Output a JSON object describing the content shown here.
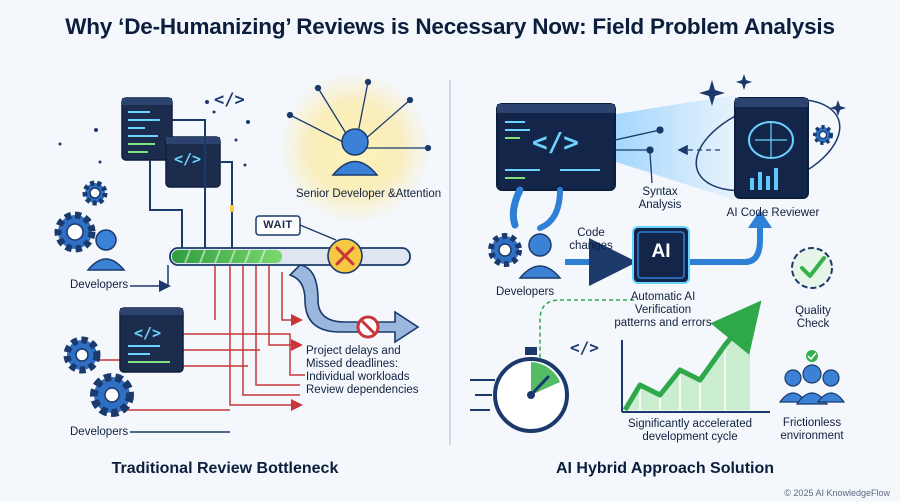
{
  "title": "Why ‘De-Humanizing’ Reviews is Necessary Now: Field Problem Analysis",
  "left_panel": {
    "title": "Traditional Review Bottleneck",
    "senior_label": "Senior Developer &Attention",
    "wait_label": "WAIT",
    "developers_top": "Developers",
    "developers_bottom": "Developers",
    "problems": [
      "Project delays and",
      "Missed deadlines:",
      "Individual workloads",
      "Review dependencies"
    ],
    "code_symbol": "</>"
  },
  "right_panel": {
    "title": "AI Hybrid Approach Solution",
    "syntax_label": [
      "Syntax",
      "Analysis"
    ],
    "reviewer_label": "AI Code Reviewer",
    "code_changes_label": [
      "Code",
      "changes"
    ],
    "developers_label": "Developers",
    "ai_chip": "AI",
    "verification_label": [
      "Automatic AI",
      "Verification",
      "patterns and errors"
    ],
    "quality_label": [
      "Quality",
      "Check"
    ],
    "accelerated_label": [
      "Significantly accelerated",
      "development cycle"
    ],
    "frictionless_label": [
      "Frictionless",
      "environment"
    ],
    "code_symbol": "</>"
  },
  "colors": {
    "navy": "#1b3a6b",
    "blue": "#2e7fd6",
    "red": "#c8363a",
    "green": "#35b04a",
    "yellow": "#f7c843"
  },
  "copyright": "© 2025 AI KnowledgeFlow"
}
